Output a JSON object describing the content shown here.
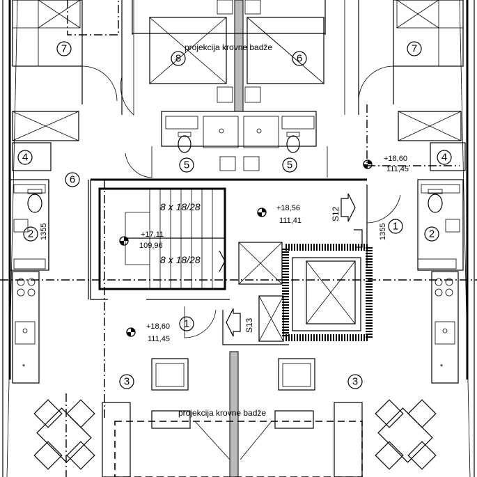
{
  "roof_projection": "projekcija krovne badže",
  "stairs": {
    "upper_flight": "8 x 18/28",
    "lower_flight": "8 x 18/28"
  },
  "levels": {
    "right_top": {
      "elev": "+18,60",
      "abs": "111,45"
    },
    "landing": {
      "elev": "+18,56",
      "abs": "111,41"
    },
    "stair_mid": {
      "elev": "+17,11",
      "abs": "109,96"
    },
    "bottom_left": {
      "elev": "+18,60",
      "abs": "111,45"
    }
  },
  "shafts": {
    "s12": "S12",
    "s13": "S13"
  },
  "dimension": "1355",
  "rooms": {
    "r1": "1",
    "r2": "2",
    "r3": "3",
    "r4": "4",
    "r5": "5",
    "r6": "6",
    "r7": "7",
    "r8": "8"
  },
  "icons": [
    "level-marker-icon",
    "arrow-icon",
    "toilet-icon",
    "sink-icon",
    "stove-icon",
    "chair-icon",
    "bed-icon"
  ]
}
